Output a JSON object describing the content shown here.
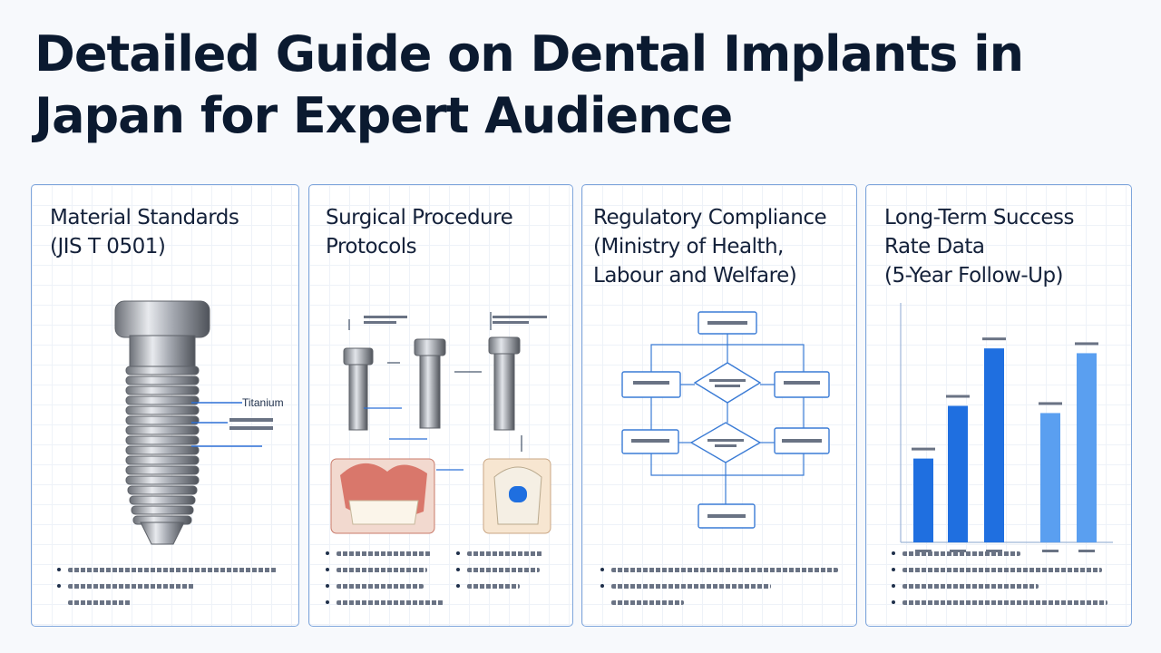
{
  "title": "Detailed Guide on Dental Implants in Japan for Expert Audience",
  "panels": [
    {
      "title_line1": "Material Standards",
      "title_line2": "(JIS T 0501)",
      "callout": "Titanium"
    },
    {
      "title_line1": "Surgical Procedure",
      "title_line2": "Protocols"
    },
    {
      "title_line1": "Regulatory Compliance",
      "title_line2": "(Ministry of Health,",
      "title_line3": "Labour and Welfare)"
    },
    {
      "title_line1": "Long-Term Success",
      "title_line2": "Rate Data",
      "title_line3": "(5-Year Follow-Up)"
    }
  ],
  "colors": {
    "panel_border": "#7fa6dc",
    "flow_blue": "#3a7bd5",
    "bar_dark": "#1f6fe0",
    "bar_light": "#5a9ff0"
  },
  "chart_data": {
    "type": "bar",
    "title": "Long-Term Success Rate Data (5-Year Follow-Up)",
    "categories": [
      "",
      "",
      "",
      "",
      ""
    ],
    "values": [
      0.35,
      0.57,
      0.81,
      0.54,
      0.79
    ],
    "colors": [
      "#1f6fe0",
      "#1f6fe0",
      "#1f6fe0",
      "#5a9ff0",
      "#5a9ff0"
    ],
    "ylim": [
      0,
      1
    ],
    "grid": true
  }
}
